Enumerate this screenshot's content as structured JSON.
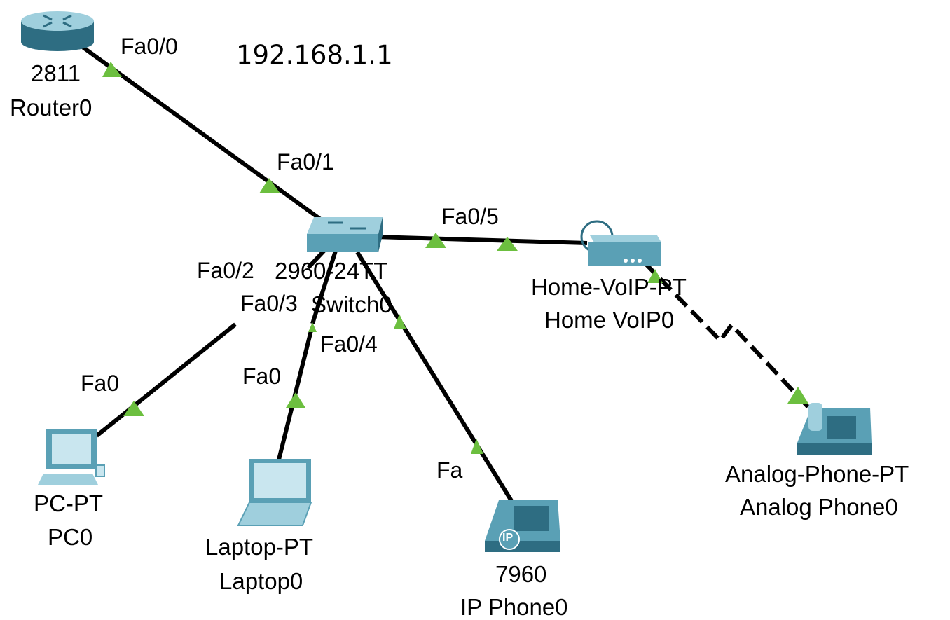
{
  "colors": {
    "link": "#000000",
    "port_up": "#6cbf3f",
    "device_body": "#5aa0b5",
    "device_dark": "#2e6d82",
    "device_light": "#c9e6ef"
  },
  "annotation": {
    "ip_address": "192.168.1.1"
  },
  "devices": {
    "router": {
      "icon": "router-icon",
      "model": "2811",
      "name": "Router0"
    },
    "switch": {
      "icon": "switch-icon",
      "model": "2960-24TT",
      "name": "Switch0"
    },
    "home_voip": {
      "icon": "home-voip-icon",
      "model": "Home-VoIP-PT",
      "name": "Home VoIP0"
    },
    "pc": {
      "icon": "pc-icon",
      "model": "PC-PT",
      "name": "PC0"
    },
    "laptop": {
      "icon": "laptop-icon",
      "model": "Laptop-PT",
      "name": "Laptop0"
    },
    "ip_phone": {
      "icon": "ip-phone-icon",
      "model": "7960",
      "name": "IP Phone0",
      "badge": "IP"
    },
    "analog_phone": {
      "icon": "analog-phone-icon",
      "model": "Analog-Phone-PT",
      "name": "Analog Phone0"
    }
  },
  "ports": {
    "router_fa0_0": "Fa0/0",
    "switch_fa0_1": "Fa0/1",
    "switch_fa0_5": "Fa0/5",
    "switch_fa0_2": "Fa0/2",
    "switch_fa0_3": "Fa0/3",
    "switch_fa0_4": "Fa0/4",
    "pc_fa0": "Fa0",
    "laptop_fa0": "Fa0",
    "ip_phone_fa": "Fa"
  },
  "links": [
    {
      "name": "router-switch-link",
      "from": "Router0 Fa0/0",
      "to": "Switch0 Fa0/1",
      "style": "solid"
    },
    {
      "name": "switch-homevoip-link",
      "from": "Switch0 Fa0/5",
      "to": "Home VoIP0",
      "style": "solid"
    },
    {
      "name": "switch-pc-link",
      "from": "Switch0 Fa0/2",
      "to": "PC0 Fa0",
      "style": "solid"
    },
    {
      "name": "switch-laptop-link",
      "from": "Switch0 Fa0/3",
      "to": "Laptop0 Fa0",
      "style": "solid"
    },
    {
      "name": "switch-ipphone-link",
      "from": "Switch0 Fa0/4",
      "to": "IP Phone0 Fa",
      "style": "solid"
    },
    {
      "name": "homevoip-analogphone-link",
      "from": "Home VoIP0",
      "to": "Analog Phone0",
      "style": "phone-dashed"
    }
  ]
}
